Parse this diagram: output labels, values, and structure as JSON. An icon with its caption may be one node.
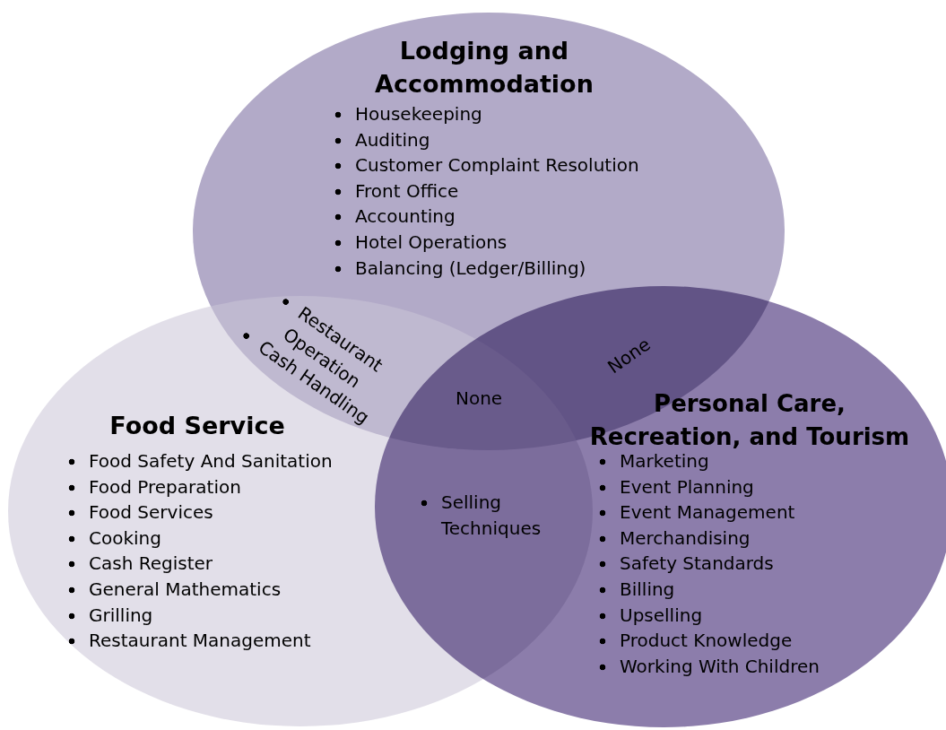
{
  "diagram": {
    "nodes": [
      {
        "text": [
          "Lodging and Accommodation",
          "Housekeeping",
          "Auditing",
          "Customer Complaint Resolution",
          "Front Office",
          "Accounting",
          "Hotel Operations",
          "Balancing (Ledger/Billing)"
        ]
      },
      {
        "text": [
          "Food Service",
          "Food Safety And Sanitation",
          "Food Preparation",
          "Food Services",
          "Cooking",
          "Cash Register",
          "General Mathematics",
          "Grilling",
          "Restaurant Management"
        ]
      },
      {
        "text": [
          "Personal Care, Recreation, and Tourism",
          "Marketing",
          "Event Planning",
          "Event Management",
          "Merchandising",
          "Safety Standards",
          "Billing",
          "Upselling",
          "Product Knowledge",
          "Working With Children"
        ]
      }
    ],
    "labels": [
      "Restaurant Operation",
      "None",
      "Cash Handling",
      "None",
      "Selling Techniques"
    ]
  }
}
